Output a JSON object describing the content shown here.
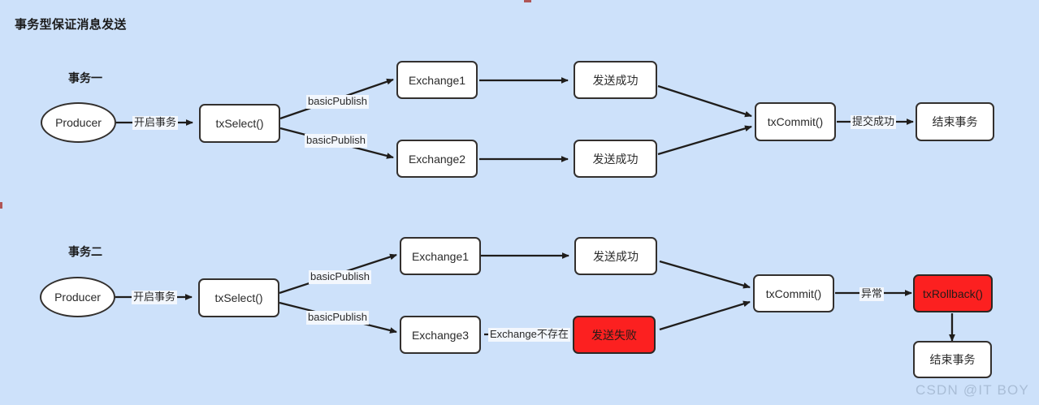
{
  "page": {
    "title": "事务型保证消息发送",
    "background_color": "#cde1fa",
    "node_fill": "#ffffff",
    "node_stroke": "#33302e",
    "danger_fill": "#fc2020",
    "label_fill": "#f3f7fd",
    "watermark": "CSDN @IT BOY"
  },
  "lanes": [
    {
      "label": "事务一"
    },
    {
      "label": "事务二"
    }
  ],
  "nodes": [
    {
      "id": "p1",
      "label": "Producer",
      "shape": "ellipse",
      "style": "normal"
    },
    {
      "id": "s1",
      "label": "txSelect()",
      "shape": "rect",
      "style": "normal"
    },
    {
      "id": "e11",
      "label": "Exchange1",
      "shape": "rect",
      "style": "normal"
    },
    {
      "id": "e12",
      "label": "Exchange2",
      "shape": "rect",
      "style": "normal"
    },
    {
      "id": "r11",
      "label": "发送成功",
      "shape": "rect",
      "style": "normal"
    },
    {
      "id": "r12",
      "label": "发送成功",
      "shape": "rect",
      "style": "normal"
    },
    {
      "id": "c1",
      "label": "txCommit()",
      "shape": "rect",
      "style": "normal"
    },
    {
      "id": "f1",
      "label": "结束事务",
      "shape": "rect",
      "style": "normal"
    },
    {
      "id": "p2",
      "label": "Producer",
      "shape": "ellipse",
      "style": "normal"
    },
    {
      "id": "s2",
      "label": "txSelect()",
      "shape": "rect",
      "style": "normal"
    },
    {
      "id": "e21",
      "label": "Exchange1",
      "shape": "rect",
      "style": "normal"
    },
    {
      "id": "e23",
      "label": "Exchange3",
      "shape": "rect",
      "style": "normal"
    },
    {
      "id": "r21",
      "label": "发送成功",
      "shape": "rect",
      "style": "normal"
    },
    {
      "id": "r22",
      "label": "发送失败",
      "shape": "rect",
      "style": "danger"
    },
    {
      "id": "c2",
      "label": "txCommit()",
      "shape": "rect",
      "style": "normal"
    },
    {
      "id": "rb2",
      "label": "txRollback()",
      "shape": "rect",
      "style": "danger"
    },
    {
      "id": "f2",
      "label": "结束事务",
      "shape": "rect",
      "style": "normal"
    }
  ],
  "edge_labels": [
    {
      "id": "l1",
      "text": "开启事务"
    },
    {
      "id": "l2",
      "text": "basicPublish"
    },
    {
      "id": "l3",
      "text": "basicPublish"
    },
    {
      "id": "l4",
      "text": "提交成功"
    },
    {
      "id": "l5",
      "text": "开启事务"
    },
    {
      "id": "l6",
      "text": "basicPublish"
    },
    {
      "id": "l7",
      "text": "basicPublish"
    },
    {
      "id": "l8",
      "text": "Exchange不存在"
    },
    {
      "id": "l9",
      "text": "异常"
    }
  ]
}
